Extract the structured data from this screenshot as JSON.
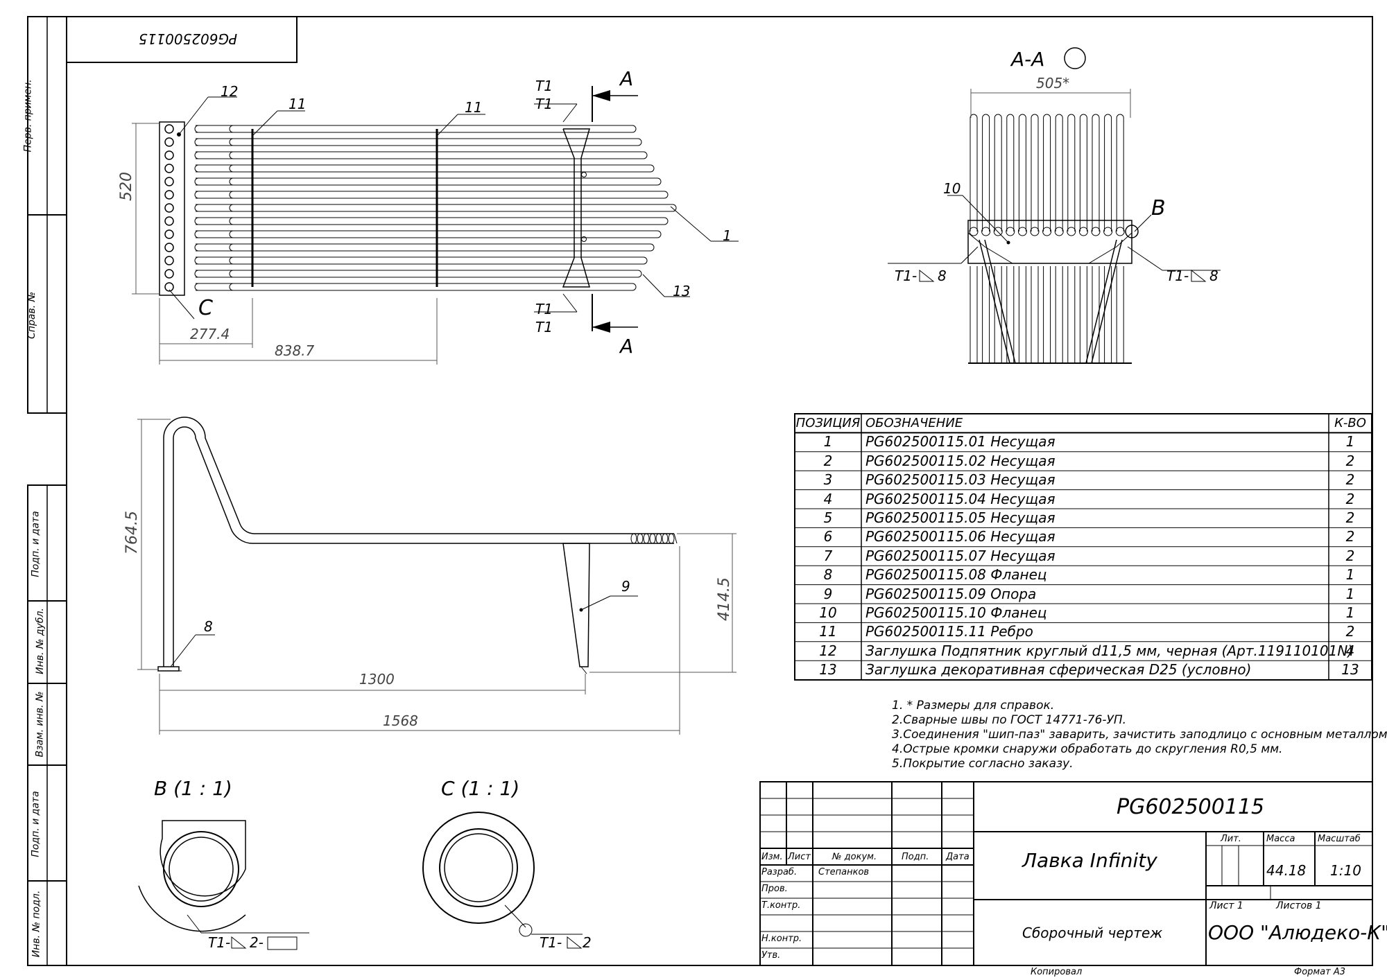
{
  "stamp_mirrored": "PG602500115",
  "side_labels": [
    "Перв. примен.",
    "Справ. №",
    "Подп. и дата",
    "Инв. № дубл.",
    "Взам. инв. №",
    "Подп. и дата",
    "Инв. № подл."
  ],
  "top_view": {
    "callouts": [
      "12",
      "11",
      "11",
      "1",
      "13",
      "C"
    ],
    "weld_marks": [
      "T1",
      "T1",
      "T1",
      "T1"
    ],
    "section_letter": "A",
    "dims": {
      "height": "520",
      "d1": "277.4",
      "d2": "838.7"
    }
  },
  "section_view": {
    "title": "А-А",
    "dim_width": "505*",
    "callouts": [
      "10",
      "B"
    ],
    "weld_left": "T1-",
    "weld_left_size": "8",
    "weld_right": "T1-",
    "weld_right_size": "8"
  },
  "side_view": {
    "callouts": [
      "8",
      "9"
    ],
    "dims": {
      "height": "764.5",
      "seat_height": "414.5",
      "d1": "1300",
      "d2": "1568"
    }
  },
  "detail_b": {
    "title": "B (1 : 1)",
    "weld": "T1-",
    "weld_size": "2-"
  },
  "detail_c": {
    "title": "C (1 : 1)",
    "weld": "T1-",
    "weld_size": "2"
  },
  "parts_table": {
    "headers": [
      "ПОЗИЦИЯ",
      "ОБОЗНАЧЕНИЕ",
      "К-ВО"
    ],
    "rows": [
      {
        "pos": "1",
        "name": "PG602500115.01 Несущая",
        "qty": "1"
      },
      {
        "pos": "2",
        "name": "PG602500115.02 Несущая",
        "qty": "2"
      },
      {
        "pos": "3",
        "name": "PG602500115.03 Несущая",
        "qty": "2"
      },
      {
        "pos": "4",
        "name": "PG602500115.04 Несущая",
        "qty": "2"
      },
      {
        "pos": "5",
        "name": "PG602500115.05 Несущая",
        "qty": "2"
      },
      {
        "pos": "6",
        "name": "PG602500115.06 Несущая",
        "qty": "2"
      },
      {
        "pos": "7",
        "name": "PG602500115.07 Несущая",
        "qty": "2"
      },
      {
        "pos": "8",
        "name": "PG602500115.08 Фланец",
        "qty": "1"
      },
      {
        "pos": "9",
        "name": "PG602500115.09 Опора",
        "qty": "1"
      },
      {
        "pos": "10",
        "name": "PG602500115.10 Фланец",
        "qty": "1"
      },
      {
        "pos": "11",
        "name": "PG602500115.11 Ребро",
        "qty": "2"
      },
      {
        "pos": "12",
        "name": "Заглушка Подпятник круглый d11,5 мм, черная (Арт.119110101N)",
        "qty": "4"
      },
      {
        "pos": "13",
        "name": "Заглушка декоративная сферическая D25 (условно)",
        "qty": "13"
      }
    ]
  },
  "notes": [
    "1. * Размеры для справок.",
    "2.Сварные швы по ГОСТ 14771-76-УП.",
    "3.Соединения \"шип-паз\" заварить, зачистить заподлицо с основным металлом.",
    "4.Острые кромки снаружи обработать до скругления R0,5 мм.",
    "5.Покрытие согласно заказу."
  ],
  "title_block": {
    "designation": "PG602500115",
    "name": "Лавка Infinity",
    "doc_type": "Сборочный чертеж",
    "company": "ООО \"Алюдеко-К\"",
    "lit_label": "Лит.",
    "mass_label": "Масса",
    "scale_label": "Масштаб",
    "mass": "44.18",
    "scale": "1:10",
    "sheet": "Лист 1",
    "sheets": "Листов 1",
    "col_headers": [
      "Изм.",
      "Лист",
      "№ докум.",
      "Подп.",
      "Дата"
    ],
    "roles": [
      "Разраб.",
      "Пров.",
      "Т.контр.",
      "",
      "Н.контр.",
      "Утв."
    ],
    "developer": "Степанков",
    "copied": "Копировал",
    "format": "Формат А3"
  }
}
